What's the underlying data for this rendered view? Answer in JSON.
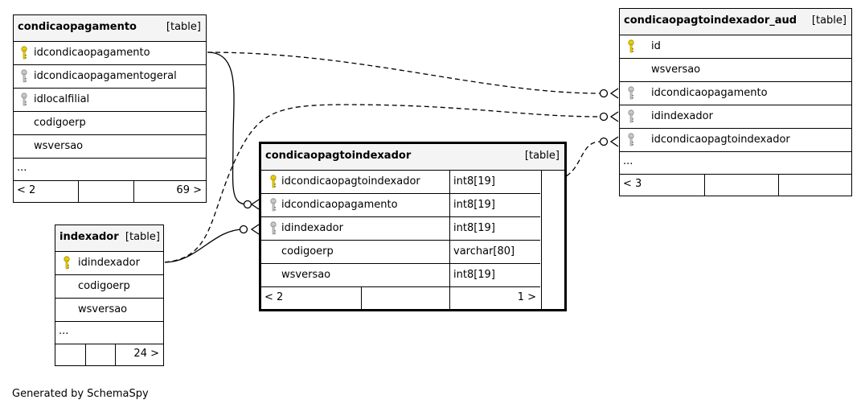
{
  "tables": {
    "condicaopagamento": {
      "name": "condicaopagamento",
      "type": "[table]",
      "columns": [
        "idcondicaopagamento",
        "idcondicaopagamentogeral",
        "idlocalfilial",
        "codigoerp",
        "wsversao"
      ],
      "more": "...",
      "footer": [
        "< 2",
        "",
        "69 >"
      ]
    },
    "indexador": {
      "name": "indexador",
      "type": "[table]",
      "columns": [
        "idindexador",
        "codigoerp",
        "wsversao"
      ],
      "more": "...",
      "footer": [
        "",
        "",
        "24 >"
      ]
    },
    "condicaopagtoindexador": {
      "name": "condicaopagtoindexador",
      "type": "[table]",
      "columns": [
        "idcondicaopagtoindexador",
        "idcondicaopagamento",
        "idindexador",
        "codigoerp",
        "wsversao"
      ],
      "types": [
        "int8[19]",
        "int8[19]",
        "int8[19]",
        "varchar[80]",
        "int8[19]"
      ],
      "footer": [
        "< 2",
        "",
        "1 >"
      ]
    },
    "condicaopagtoindexador_aud": {
      "name": "condicaopagtoindexador_aud",
      "type": "[table]",
      "columns": [
        "id",
        "wsversao",
        "idcondicaopagamento",
        "idindexador",
        "idcondicaopagtoindexador"
      ],
      "more": "...",
      "footer": [
        "< 3",
        "",
        ""
      ]
    }
  },
  "key_colors": {
    "primary": "#e8d000",
    "foreign": "#a8a8a8"
  },
  "credit": "Generated by SchemaSpy"
}
